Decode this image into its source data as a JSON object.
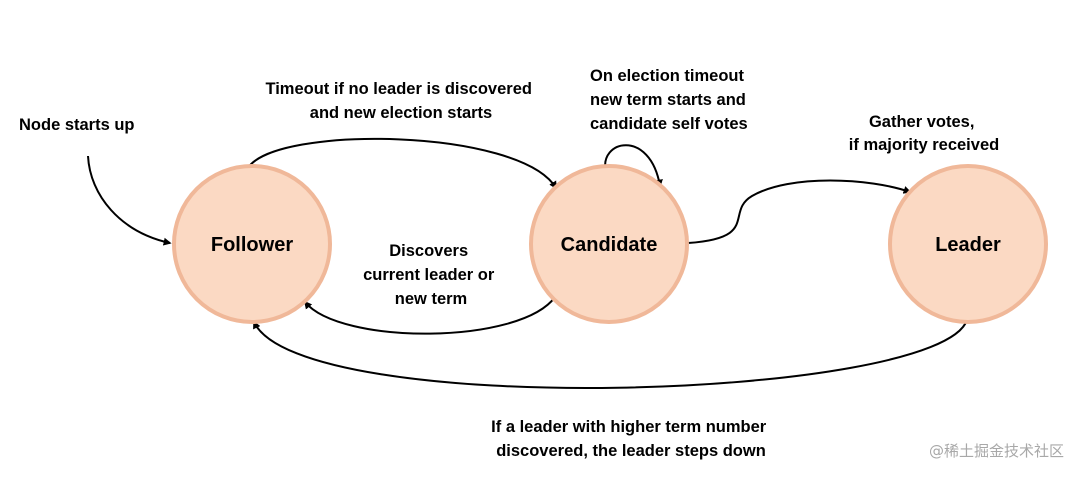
{
  "colors": {
    "node_fill": "#fbd9c3",
    "node_stroke": "#f0b899",
    "arrow": "#000000",
    "watermark": "#a8a8a8"
  },
  "states": {
    "follower": "Follower",
    "candidate": "Candidate",
    "leader": "Leader"
  },
  "transitions": {
    "start": [
      "Node starts up"
    ],
    "follower_to_candidate": [
      "Timeout if no leader is discovered",
      "and new election starts"
    ],
    "candidate_self": [
      "On election timeout",
      "new term starts and",
      "candidate self votes"
    ],
    "candidate_to_leader": [
      "Gather votes,",
      "if majority received"
    ],
    "candidate_to_follower": [
      "Discovers",
      "current leader  or",
      "new term"
    ],
    "leader_to_follower": [
      "If a leader with higher term number",
      "discovered, the leader steps down"
    ]
  },
  "watermark": "@稀土掘金技术社区"
}
